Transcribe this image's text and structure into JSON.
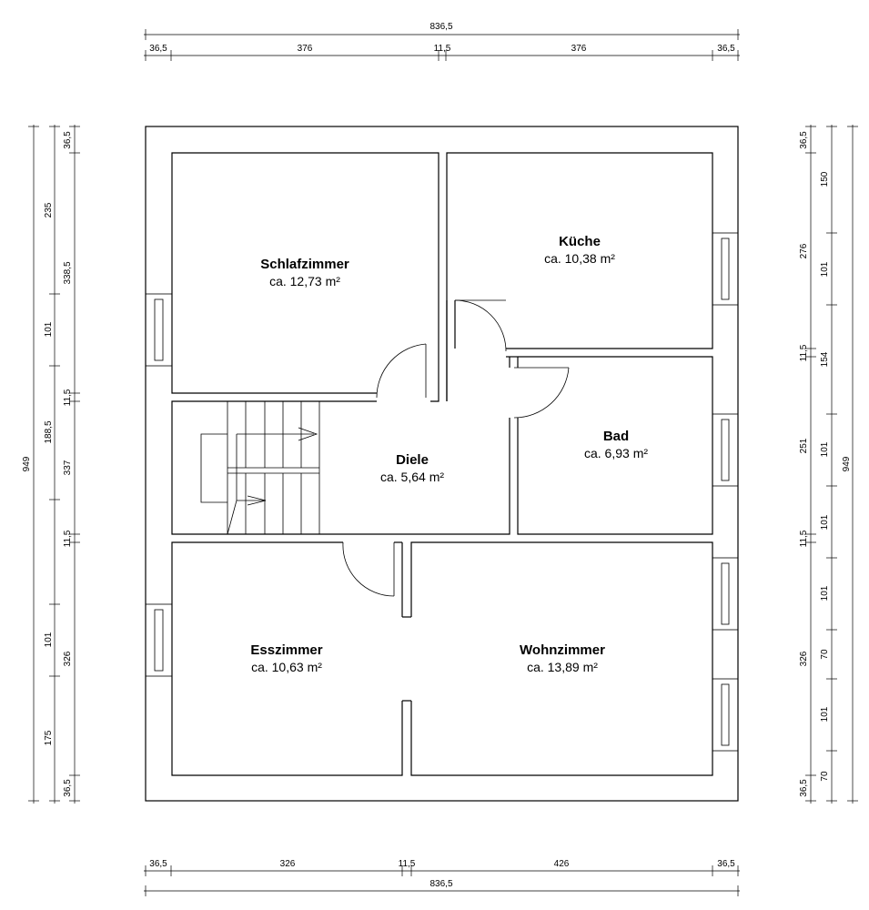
{
  "rooms": [
    {
      "name": "Schlafzimmer",
      "area": "ca. 12,73 m²"
    },
    {
      "name": "Küche",
      "area": "ca. 10,38 m²"
    },
    {
      "name": "Bad",
      "area": "ca. 6,93 m²"
    },
    {
      "name": "Diele",
      "area": "ca. 5,64 m²"
    },
    {
      "name": "Esszimmer",
      "area": "ca. 10,63 m²"
    },
    {
      "name": "Wohnzimmer",
      "area": "ca. 13,89 m²"
    }
  ],
  "dims": {
    "top_total": "836,5",
    "top": [
      "36,5",
      "376",
      "11,5",
      "376",
      "36,5"
    ],
    "bottom_total": "836,5",
    "bottom": [
      "36,5",
      "326",
      "11,5",
      "426",
      "36,5"
    ],
    "left_total": "949",
    "left_outer": [
      "235",
      "101",
      "188,5",
      "101",
      "175"
    ],
    "left_inner": [
      "36,5",
      "338,5",
      "11,5",
      "337",
      "11,5",
      "326",
      "36,5"
    ],
    "right_total": "949",
    "right_inner": [
      "36,5",
      "276",
      "11,5",
      "251",
      "11,5",
      "326",
      "36,5"
    ],
    "right_outer": [
      "150",
      "101",
      "154",
      "101",
      "101",
      "101",
      "70",
      "101",
      "70"
    ]
  }
}
